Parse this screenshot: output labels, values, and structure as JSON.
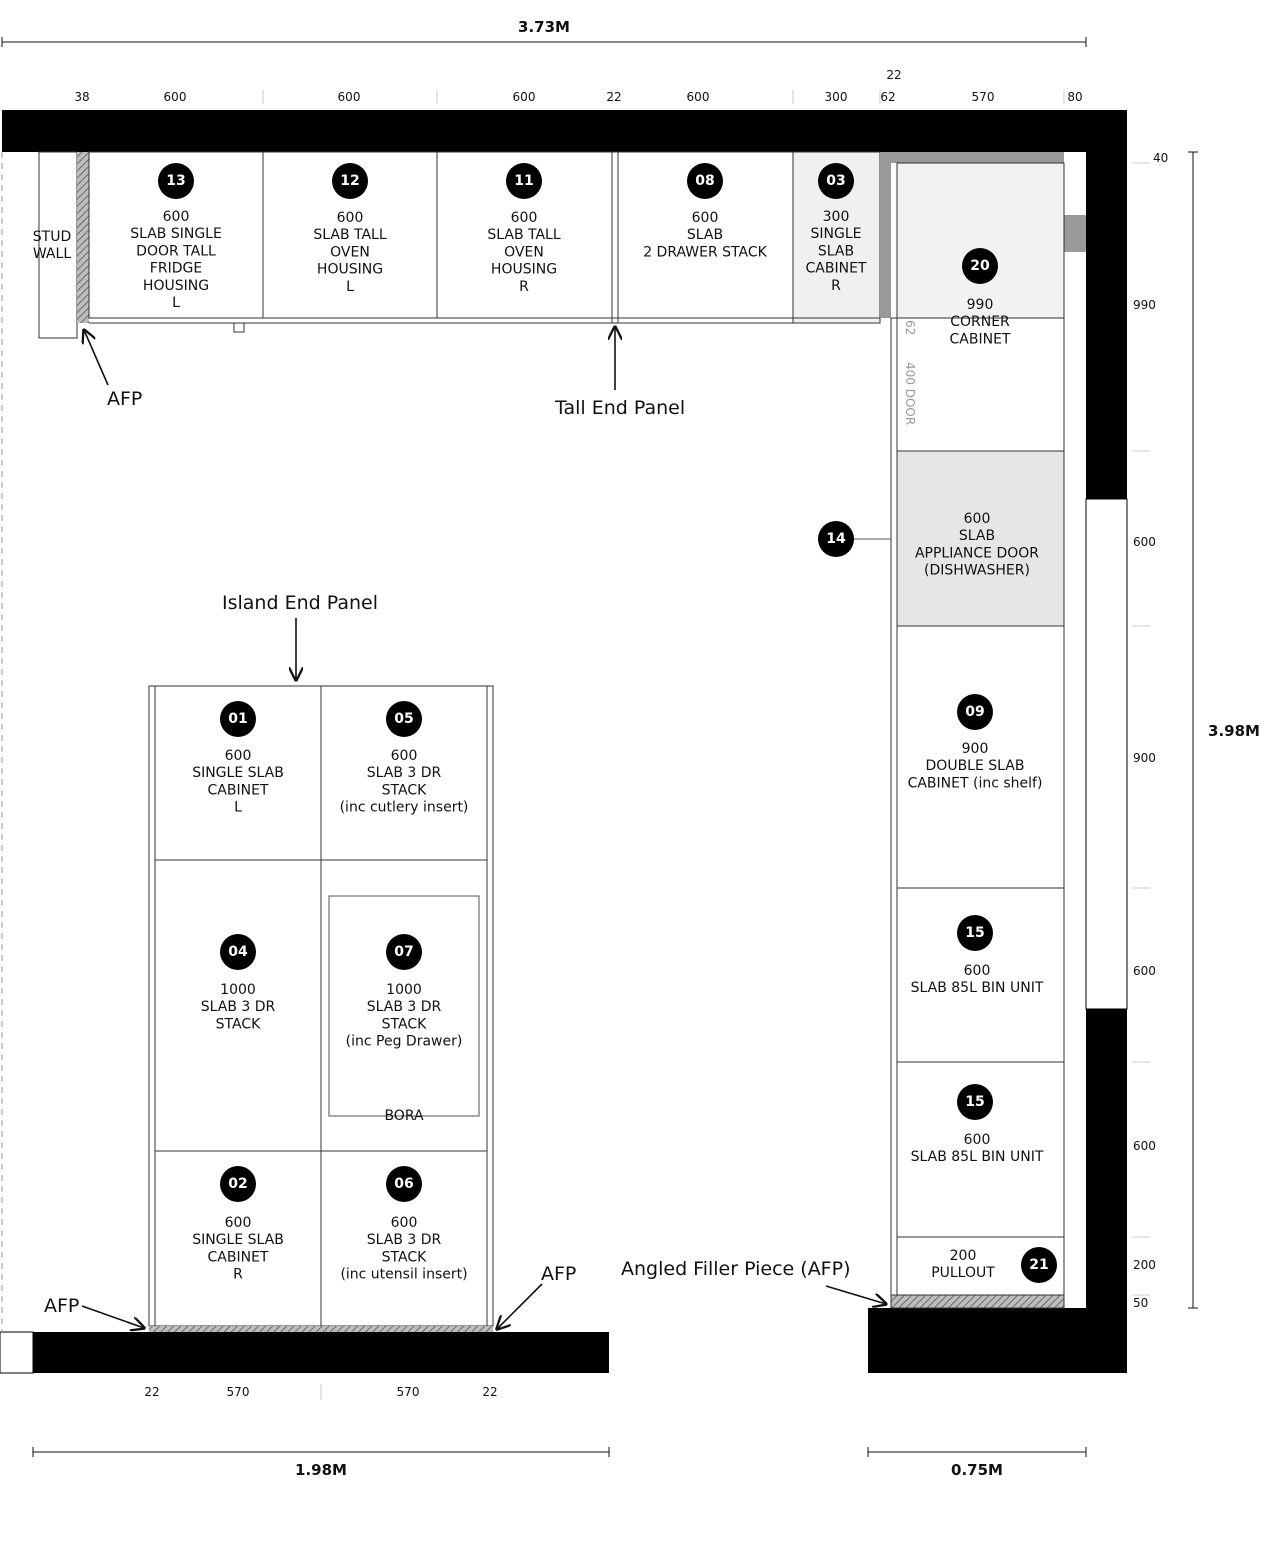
{
  "overall_dims": {
    "width_top": "3.73M",
    "height_right": "3.98M",
    "island_width": "1.98M",
    "right_run_width": "0.75M"
  },
  "top_dims": [
    "38",
    "600",
    "600",
    "600",
    "22",
    "600",
    "300",
    "62",
    "22",
    "570",
    "80"
  ],
  "right_dims": [
    "40",
    "990",
    "600",
    "900",
    "600",
    "600",
    "200",
    "50"
  ],
  "bottom_dims": [
    "22",
    "570",
    "570",
    "22"
  ],
  "cabinets": [
    {
      "badge": "13",
      "lines": [
        "600",
        "SLAB SINGLE",
        "DOOR TALL",
        "FRIDGE",
        "HOUSING",
        "L"
      ]
    },
    {
      "badge": "12",
      "lines": [
        "600",
        "SLAB TALL",
        "OVEN",
        "HOUSING",
        "L"
      ]
    },
    {
      "badge": "11",
      "lines": [
        "600",
        "SLAB TALL",
        "OVEN",
        "HOUSING",
        "R"
      ]
    },
    {
      "badge": "08",
      "lines": [
        "600",
        "SLAB",
        "2 DRAWER STACK"
      ]
    },
    {
      "badge": "03",
      "lines": [
        "300",
        "SINGLE",
        "SLAB",
        "CABINET",
        "R"
      ]
    },
    {
      "badge": "20",
      "lines": [
        "990",
        "CORNER",
        "CABINET"
      ]
    },
    {
      "badge": "14",
      "lines": [
        "600",
        "SLAB",
        "APPLIANCE DOOR",
        "(DISHWASHER)"
      ]
    },
    {
      "badge": "09",
      "lines": [
        "900",
        "DOUBLE SLAB",
        "CABINET (inc shelf)"
      ]
    },
    {
      "badge": "15",
      "lines": [
        "600",
        "SLAB 85L BIN UNIT"
      ]
    },
    {
      "badge": "15",
      "lines": [
        "600",
        "SLAB 85L BIN UNIT"
      ]
    },
    {
      "badge": "21",
      "lines": [
        "200",
        "PULLOUT"
      ]
    },
    {
      "badge": "01",
      "lines": [
        "600",
        "SINGLE SLAB",
        "CABINET",
        "L"
      ]
    },
    {
      "badge": "05",
      "lines": [
        "600",
        "SLAB 3 DR",
        "STACK",
        "(inc cutlery insert)"
      ]
    },
    {
      "badge": "04",
      "lines": [
        "1000",
        "SLAB 3 DR",
        "STACK"
      ]
    },
    {
      "badge": "07",
      "lines": [
        "1000",
        "SLAB 3 DR",
        "STACK",
        "(inc Peg Drawer)"
      ]
    },
    {
      "badge": "02",
      "lines": [
        "600",
        "SINGLE SLAB",
        "CABINET",
        "R"
      ]
    },
    {
      "badge": "06",
      "lines": [
        "600",
        "SLAB 3 DR",
        "STACK",
        "(inc utensil insert)"
      ]
    }
  ],
  "labels": {
    "stud_wall": [
      "STUD",
      "WALL"
    ],
    "bora": "BORA",
    "door_62": "62",
    "door_400": "400 DOOR"
  },
  "annotations": {
    "afp_top": "AFP",
    "tall_end_panel": "Tall End Panel",
    "island_end_panel": "Island End Panel",
    "afp_left": "AFP",
    "afp_right": "AFP",
    "angled_filler": "Angled Filler Piece (AFP)"
  }
}
